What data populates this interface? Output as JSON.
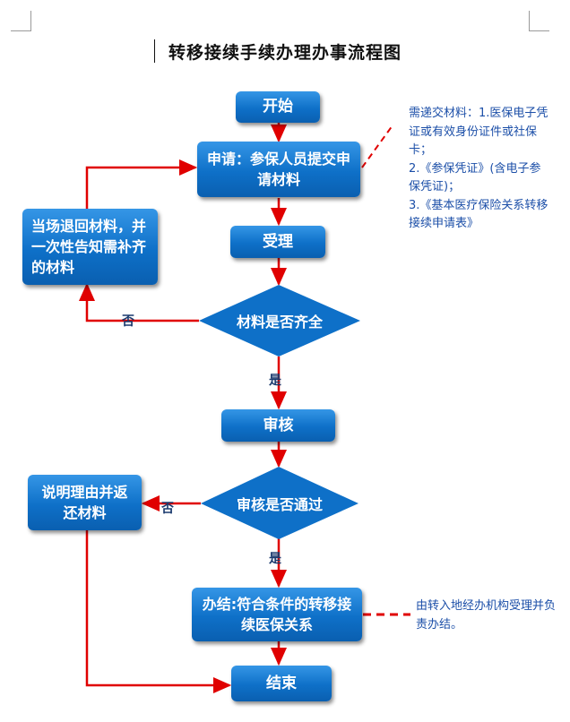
{
  "title": "转移接续手续办理办事流程图",
  "nodes": {
    "start": "开始",
    "apply": "申请：参保人员提交申请材料",
    "accept": "受理",
    "check_materials": "材料是否齐全",
    "return_materials": "当场退回材料，并一次性告知需补齐的材料",
    "review": "审核",
    "review_pass": "审核是否通过",
    "explain_return": "说明理由并返还材料",
    "handle": "办结:符合条件的转移接续医保关系",
    "end": "结束"
  },
  "edge_labels": {
    "no_1": "否",
    "yes_1": "是",
    "no_2": "否",
    "yes_2": "是"
  },
  "notes": {
    "materials": [
      "需递交材料：1.医保电子凭证或有效身份证件或社保卡；",
      "2.《参保凭证》(含电子参保凭证)；",
      "3.《基本医疗保险关系转移接续申请表》"
    ],
    "handle_note": "由转入地经办机构受理并负责办结。"
  },
  "colors": {
    "box_fill": "#0e70c8",
    "arrow_red": "#e00000",
    "note_text": "#1c4fa8"
  }
}
